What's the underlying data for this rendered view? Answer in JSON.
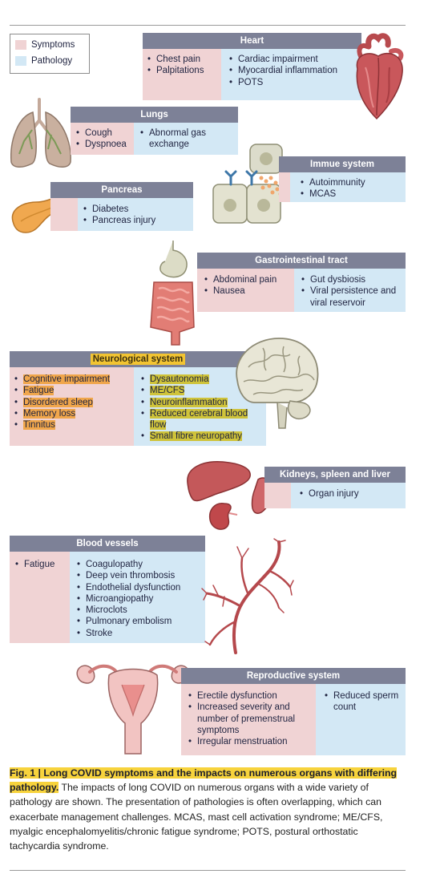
{
  "legend": {
    "symptoms": "Symptoms",
    "pathology": "Pathology"
  },
  "organs": {
    "heart": {
      "title": "Heart",
      "symptoms": [
        "Chest pain",
        "Palpitations"
      ],
      "pathology": [
        "Cardiac impairment",
        "Myocardial inflammation",
        "POTS"
      ]
    },
    "lungs": {
      "title": "Lungs",
      "symptoms": [
        "Cough",
        "Dyspnoea"
      ],
      "pathology": [
        "Abnormal gas exchange"
      ]
    },
    "immune": {
      "title": "Immue system",
      "pathology": [
        "Autoimmunity",
        "MCAS"
      ]
    },
    "pancreas": {
      "title": "Pancreas",
      "pathology": [
        "Diabetes",
        "Pancreas injury"
      ]
    },
    "gi": {
      "title": "Gastrointestinal tract",
      "symptoms": [
        "Abdominal pain",
        "Nausea"
      ],
      "pathology": [
        "Gut dysbiosis",
        "Viral persistence and viral reservoir"
      ]
    },
    "neuro": {
      "title": "Neurological system",
      "symptoms": [
        "Cognitive impairment",
        "Fatigue",
        "Disordered sleep",
        "Memory loss",
        "Tinnitus"
      ],
      "pathology": [
        "Dysautonomia",
        "ME/CFS",
        "Neuroinflammation",
        "Reduced cerebral blood flow",
        "Small fibre neuropathy"
      ]
    },
    "kidneys": {
      "title": "Kidneys, spleen and liver",
      "pathology": [
        "Organ injury"
      ]
    },
    "blood": {
      "title": "Blood vessels",
      "symptoms": [
        "Fatigue"
      ],
      "pathology": [
        "Coagulopathy",
        "Deep vein thrombosis",
        "Endothelial dysfunction",
        "Microangiopathy",
        "Microclots",
        "Pulmonary embolism",
        "Stroke"
      ]
    },
    "repro": {
      "title": "Reproductive system",
      "symptoms": [
        "Erectile dysfunction",
        "Increased severity and number of premenstrual symptoms",
        "Irregular menstruation"
      ],
      "pathology": [
        "Reduced sperm count"
      ]
    }
  },
  "caption": {
    "label": "Fig. 1 | Long COVID symptoms and the impacts on numerous organs with differing pathology.",
    "text": " The impacts of long COVID on numerous organs with a wide variety of pathology are shown. The presentation of pathologies is often overlapping, which can exacerbate management challenges. MCAS, mast cell activation syndrome; ME/CFS, myalgic encephalomyelitis/chronic fatigue syndrome; POTS, postural orthostatic tachycardia syndrome."
  },
  "colors": {
    "header": "#7d8197",
    "symptoms": "#f0d3d4",
    "pathology": "#d3e8f5",
    "neuro_title": "#f2c432",
    "highlight_orange": "#f0a64b",
    "highlight_olive": "#cfc33a",
    "caption_highlight": "#f7d33c"
  }
}
